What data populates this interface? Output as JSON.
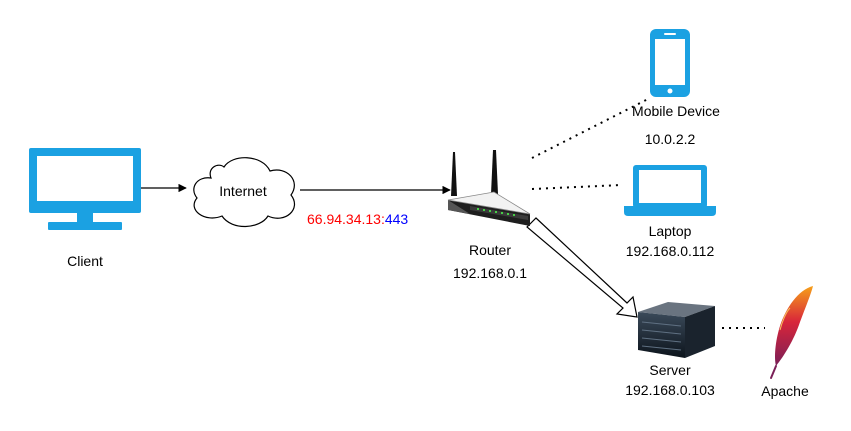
{
  "nodes": {
    "client": {
      "label": "Client"
    },
    "internet": {
      "label": "Internet"
    },
    "router": {
      "label": "Router",
      "ip": "192.168.0.1"
    },
    "mobile": {
      "label": "Mobile Device",
      "ip": "10.0.2.2"
    },
    "laptop": {
      "label": "Laptop",
      "ip": "192.168.0.112"
    },
    "server": {
      "label": "Server",
      "ip": "192.168.0.103"
    },
    "apache": {
      "label": "Apache"
    }
  },
  "public_endpoint": {
    "ip": "66.94.34.13",
    "separator": ":",
    "port": "443"
  },
  "colors": {
    "device_blue": "#1ba1e2",
    "public_ip_red": "#ff0000",
    "port_blue": "#0000ff"
  },
  "icons": {
    "client": "monitor-icon",
    "internet": "cloud-icon",
    "router": "wireless-router-icon",
    "mobile": "smartphone-icon",
    "laptop": "laptop-icon",
    "server": "server-icon",
    "apache": "apache-feather-icon"
  }
}
